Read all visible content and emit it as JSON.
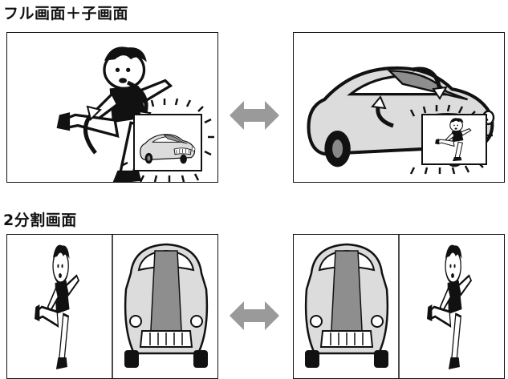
{
  "sections": [
    {
      "id": "full-pip",
      "title": "フル画面＋子画面"
    },
    {
      "id": "split",
      "title": "2分割画面"
    }
  ],
  "colors": {
    "frame_border": "#111111",
    "arrow_fill": "#9a9a9a",
    "car_body": "#dcdcdc",
    "car_stripe": "#8e8e8e",
    "ink": "#111111"
  },
  "icons": [
    "swap-arrow-icon",
    "rotate-arrow-icon",
    "boy-kicking-figure",
    "sports-car-figure"
  ]
}
